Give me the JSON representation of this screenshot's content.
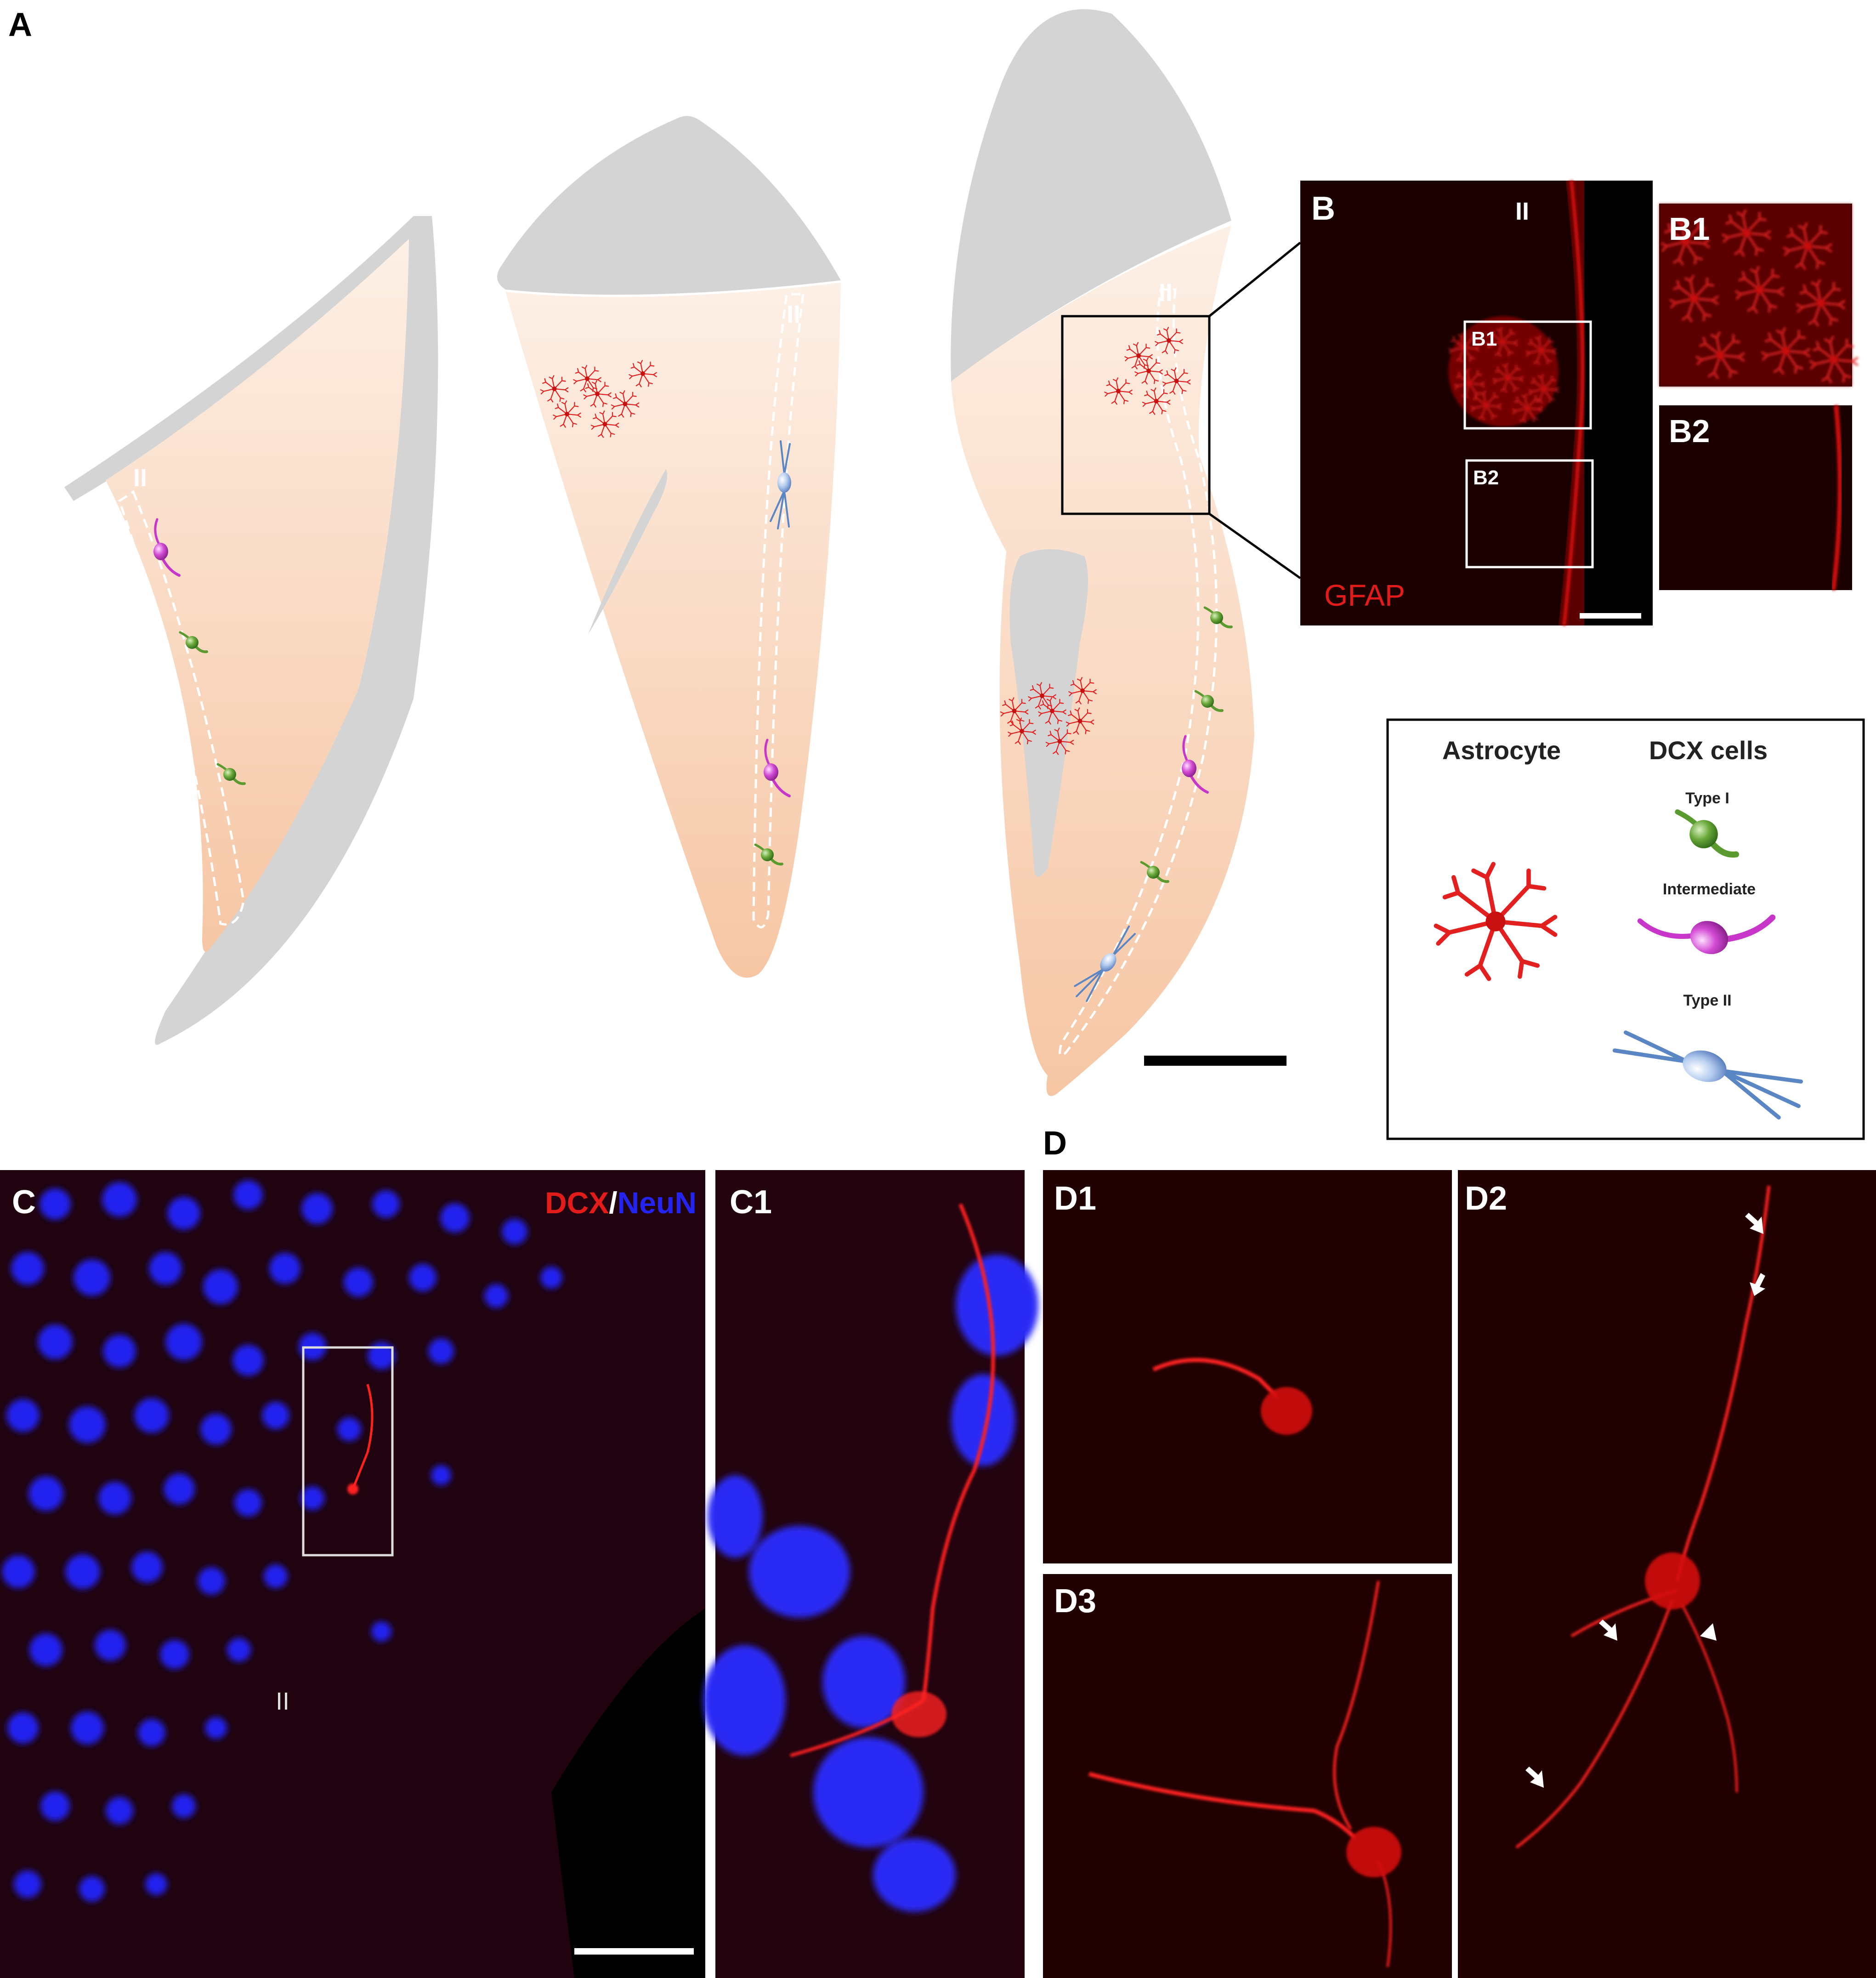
{
  "panel_labels": {
    "A": "A",
    "B": "B",
    "B1": "B1",
    "B2": "B2",
    "C": "C",
    "C1": "C1",
    "D": "D",
    "D1": "D1",
    "D2": "D2",
    "D3": "D3"
  },
  "layer_marker": "II",
  "panel_b": {
    "stain": "GFAP"
  },
  "panel_c": {
    "stain_dcx": "DCX",
    "separator": "/",
    "stain_neun": "NeuN"
  },
  "legend": {
    "astrocyte_title": "Astrocyte",
    "dcx_title": "DCX cells",
    "type_i": "Type I",
    "intermediate": "Intermediate",
    "type_ii": "Type II"
  },
  "colors": {
    "tissue": "#f8d2b8",
    "gray_matter_cap": "#d4d4d4",
    "astrocyte": "#e32020",
    "type_i": "#5a9a2e",
    "intermediate": "#c736c9",
    "type_ii": "#5b86c4",
    "micrograph_bg": "#1b0000",
    "neun": "#2424f0",
    "dcx": "#ff1a1a"
  }
}
